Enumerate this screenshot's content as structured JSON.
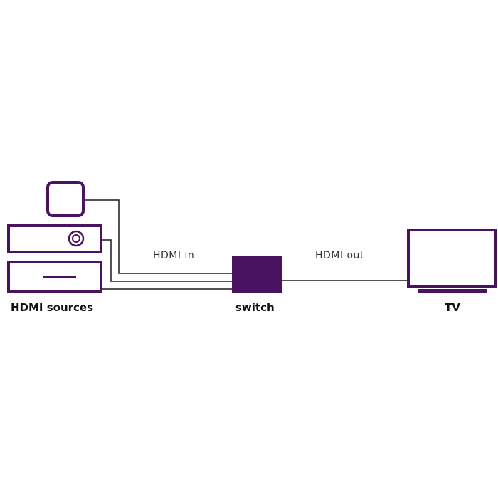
{
  "labels": {
    "sources": "HDMI sources",
    "switch": "switch",
    "tv": "TV",
    "hdmi_in": "HDMI in",
    "hdmi_out": "HDMI out"
  },
  "colors": {
    "device": "#4a1361",
    "cable": "#1a1a1a",
    "text": "#111111",
    "background": "#ffffff"
  },
  "icons": {
    "streaming_stick": "square-icon",
    "bluray_player": "disc-player-icon",
    "set_top_box": "receiver-icon",
    "switch": "switch-box",
    "tv": "tv-icon"
  }
}
